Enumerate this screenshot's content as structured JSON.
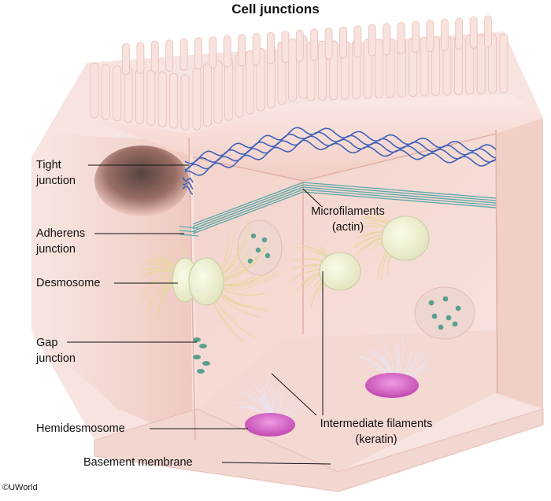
{
  "title": "Cell junctions",
  "labels": {
    "tight_junction": [
      "Tight",
      "junction"
    ],
    "adherens_junction": [
      "Adherens",
      "junction"
    ],
    "desmosome": "Desmosome",
    "gap_junction": [
      "Gap",
      "junction"
    ],
    "hemidesmosome": "Hemidesmosome",
    "basement_membrane": "Basement membrane",
    "microfilaments": [
      "Microfilaments",
      "(actin)"
    ],
    "intermediate_filaments": [
      "Intermediate filaments",
      "(keratin)"
    ]
  },
  "credit": "©UWorld",
  "colors": {
    "cell_body": "#f6dcd6",
    "cell_dark": "#e9b7ae",
    "tight_strand": "#3f63b8",
    "microfilament": "#5aa6a8",
    "plaque": "#eef0d2",
    "intermediate_filament": "#e7d79f",
    "gap_channel": "#5aa08e",
    "hemidesmosome": "#d65ec9"
  }
}
